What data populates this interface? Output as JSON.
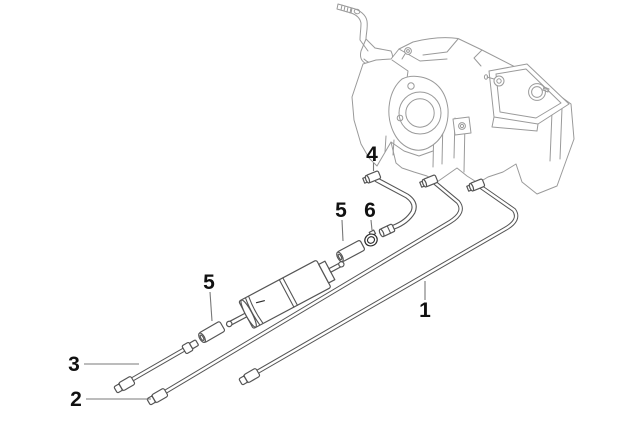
{
  "diagram": {
    "callouts": {
      "c1": "1",
      "c2": "2",
      "c3": "3",
      "c4": "4",
      "c5_upper": "5",
      "c5_lower": "5",
      "c6": "6"
    },
    "colors": {
      "background": "#ffffff",
      "tank_artwork_line": "#9a9a9a",
      "part_outline": "#555555",
      "callout_text": "#111111",
      "leader_line": "#787878"
    }
  }
}
